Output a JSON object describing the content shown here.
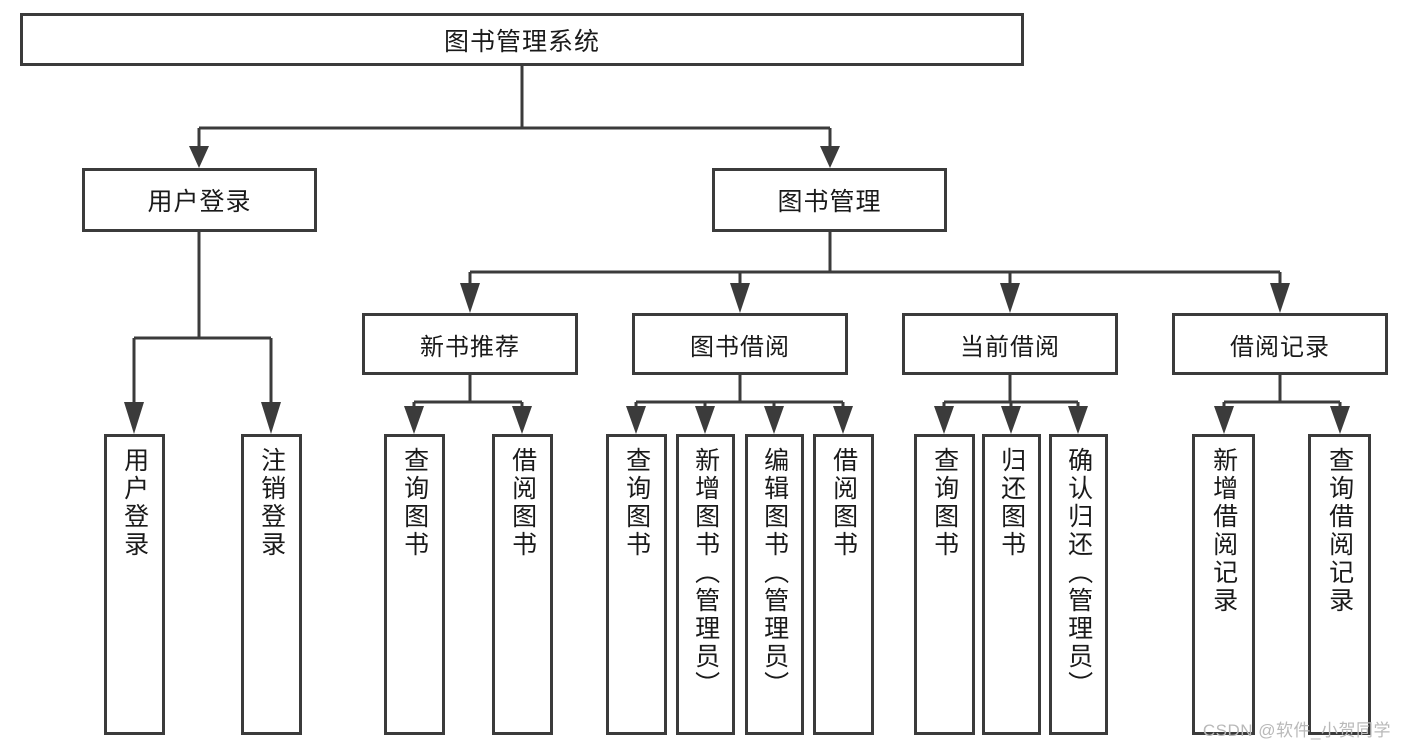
{
  "diagram": {
    "title": "图书管理系统",
    "type": "tree-hierarchy-chart",
    "watermark": "CSDN @软件_小贺同学",
    "colors": {
      "box_border": "#3b3b3b",
      "box_fill": "#ffffff",
      "connector": "#3b3b3b",
      "text": "#1a1a1a",
      "watermark": "#b9b9b9"
    }
  },
  "nodes": {
    "root": {
      "label": "图书管理系统"
    },
    "level1": [
      {
        "id": "user-login",
        "label": "用户登录"
      },
      {
        "id": "book-manage",
        "label": "图书管理"
      }
    ],
    "level2": [
      {
        "id": "new-book-recommend",
        "label": "新书推荐"
      },
      {
        "id": "book-borrow",
        "label": "图书借阅"
      },
      {
        "id": "current-borrow",
        "label": "当前借阅"
      },
      {
        "id": "borrow-record",
        "label": "借阅记录"
      }
    ],
    "leaves": {
      "user_login": [
        {
          "id": "leaf-user-login",
          "label": "用户登录"
        },
        {
          "id": "leaf-user-logout",
          "label": "注销登录"
        }
      ],
      "new_book_recommend": [
        {
          "id": "leaf-query-book-1",
          "label": "查询图书"
        },
        {
          "id": "leaf-borrow-book-1",
          "label": "借阅图书"
        }
      ],
      "book_borrow": [
        {
          "id": "leaf-query-book-2",
          "label": "查询图书"
        },
        {
          "id": "leaf-add-book",
          "label": "新增图书（管理员）"
        },
        {
          "id": "leaf-edit-book",
          "label": "编辑图书（管理员）"
        },
        {
          "id": "leaf-borrow-book-2",
          "label": "借阅图书"
        }
      ],
      "current_borrow": [
        {
          "id": "leaf-query-book-3",
          "label": "查询图书"
        },
        {
          "id": "leaf-return-book",
          "label": "归还图书"
        },
        {
          "id": "leaf-confirm-return",
          "label": "确认归还（管理员）"
        }
      ],
      "borrow_record": [
        {
          "id": "leaf-add-record",
          "label": "新增借阅记录"
        },
        {
          "id": "leaf-query-record",
          "label": "查询借阅记录"
        }
      ]
    }
  }
}
